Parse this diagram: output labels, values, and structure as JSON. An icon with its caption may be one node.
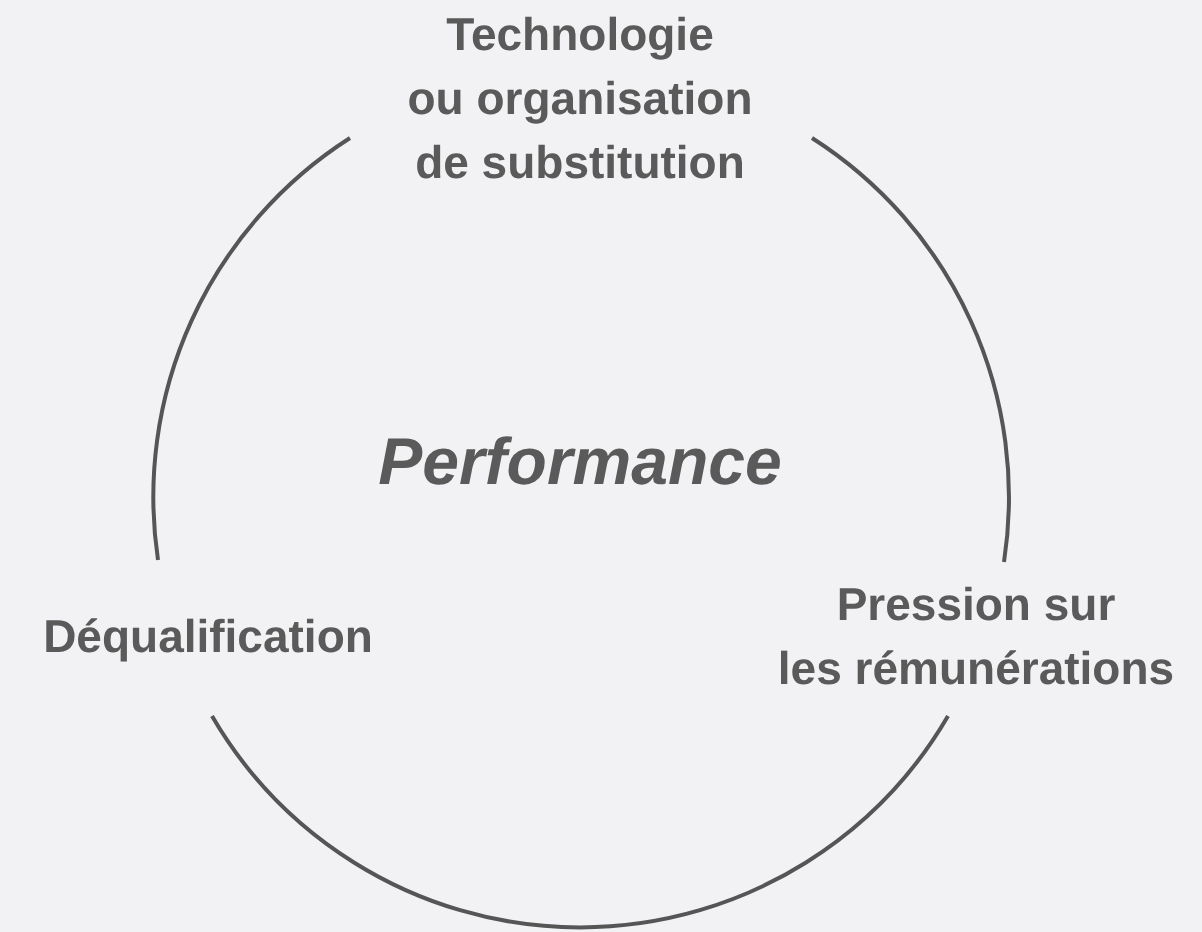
{
  "diagram": {
    "nodes": [
      {
        "text": [
          "Technologie ou organisation de substitution"
        ]
      },
      {
        "text": [
          "Pression sur les rémunérations"
        ]
      },
      {
        "text": [
          "Déqualification"
        ]
      }
    ],
    "edges": [
      {
        "from": 0,
        "to": 1,
        "arrow": "none"
      },
      {
        "from": 1,
        "to": 2,
        "arrow": "none"
      },
      {
        "from": 2,
        "to": 0,
        "arrow": "none"
      }
    ],
    "labels": [
      "Performance"
    ]
  }
}
